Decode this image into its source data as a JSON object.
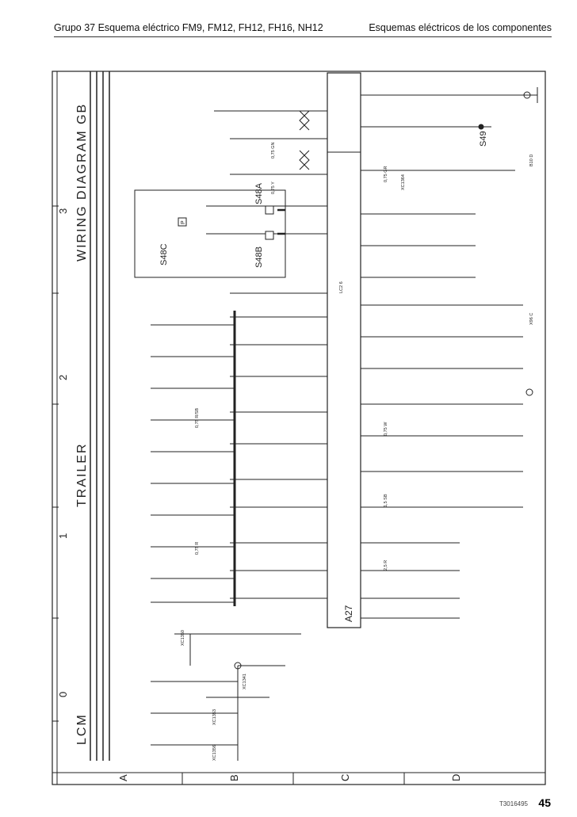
{
  "header": {
    "left_title": "Grupo 37 Esquema eléctrico FM9, FM12, FH12, FH16, NH12",
    "right_title": "Esquemas eléctricos de los componentes"
  },
  "diagram": {
    "title": "WIRING DIAGRAM GB",
    "section_trailer": "TRAILER",
    "section_lcm": "LCM",
    "columns": [
      "0",
      "1",
      "2",
      "3"
    ],
    "rows": [
      "A",
      "B",
      "C",
      "D"
    ],
    "main_unit": "A27",
    "sensor_labels": [
      "S48C",
      "S48B",
      "S48A",
      "S49"
    ],
    "relay_letter": "P",
    "wire_label_samples": [
      "0,75 GR",
      "0,75 GN",
      "0,75 Y",
      "0,75 W",
      "1,5 SB",
      "2,5 R",
      "0,75 R/SB",
      "0,75 R"
    ],
    "connector_label_samples": [
      "XC1341",
      "XC1350",
      "XC1353",
      "XC1356",
      "XC1364",
      "X96 C",
      "B10 D",
      "LC2 6"
    ]
  },
  "footer": {
    "doc_code": "T3016495",
    "page_number": "45"
  }
}
